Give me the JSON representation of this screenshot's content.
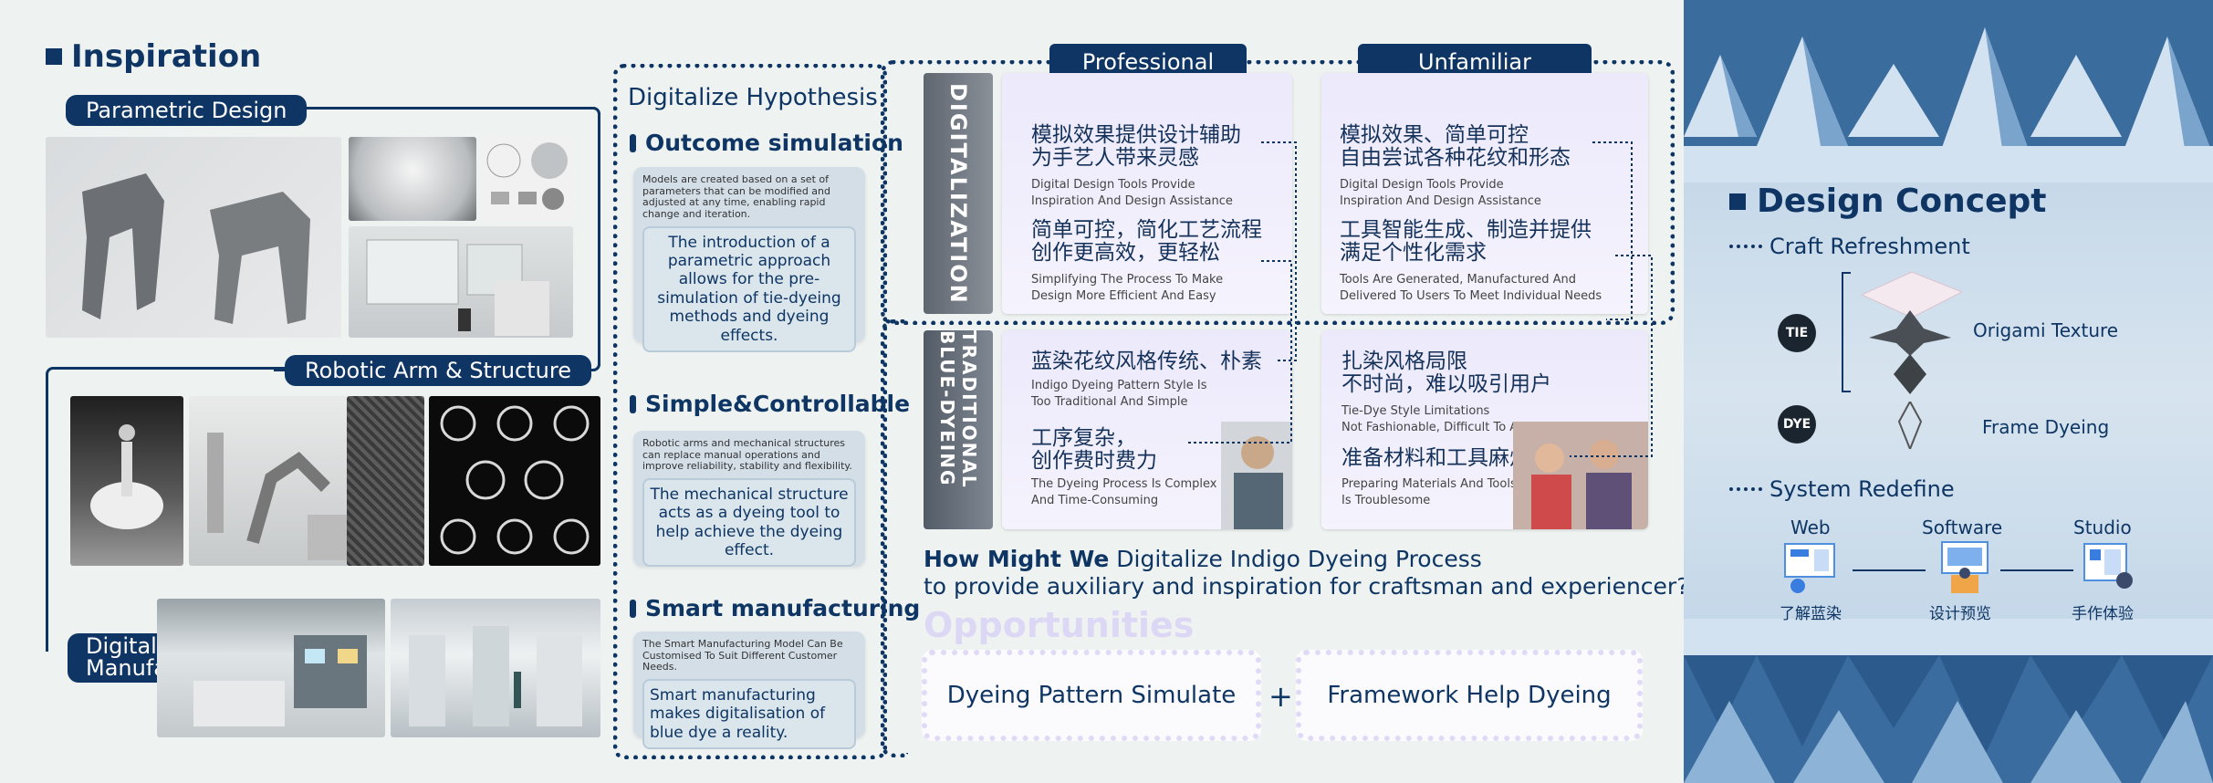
{
  "inspiration": {
    "title": "Inspiration",
    "parametric": "Parametric Design",
    "robotic": "Robotic Arm & Structure",
    "digital": "Digital\nManufacturing"
  },
  "hypothesis": {
    "title": "Digitalize Hypothesis",
    "sections": [
      {
        "title": "Outcome simulation",
        "small": "Models are created based on a set of parameters that can be modified and adjusted at any time, enabling rapid change and iteration.",
        "main": "The introduction of a parametric approach allows for the pre-simulation of tie-dyeing methods and dyeing effects."
      },
      {
        "title": "Simple&Controllable",
        "small": "Robotic arms and mechanical structures can replace manual operations and improve reliability, stability and flexibility.",
        "main": "The mechanical structure acts as a dyeing tool to help achieve the dyeing effect."
      },
      {
        "title": "Smart manufacturing",
        "small": "The Smart Manufacturing Model Can Be Customised To Suit Different Customer Needs.",
        "main": "Smart manufacturing makes digitalisation of blue dye a reality."
      }
    ]
  },
  "matrix": {
    "col1": "Professional\nCraftsman",
    "col2": "Unfamiliar\nExperiencer",
    "row1": "DIGITALIZATION",
    "row2": "TRADITIONAL BLUE-DYEING",
    "cells": {
      "d_pro_1_cn": "模拟效果提供设计辅助\n为手艺人带来灵感",
      "d_pro_1_en": "Digital Design Tools Provide\nInspiration And Design Assistance",
      "d_pro_2_cn": "简单可控，简化工艺流程\n创作更高效，更轻松",
      "d_pro_2_en": "Simplifying The Process To Make\nDesign More Efficient And Easy",
      "d_exp_1_cn": "模拟效果、简单可控\n自由尝试各种花纹和形态",
      "d_exp_1_en": "Digital Design Tools Provide\nInspiration And Design Assistance",
      "d_exp_2_cn": "工具智能生成、制造并提供\n满足个性化需求",
      "d_exp_2_en": "Tools Are Generated, Manufactured And\nDelivered To Users To Meet Individual Needs",
      "t_pro_1_cn": "蓝染花纹风格传统、朴素",
      "t_pro_1_en": "Indigo Dyeing Pattern Style Is\nToo Traditional And Simple",
      "t_pro_2_cn": "工序复杂，\n创作费时费力",
      "t_pro_2_en": "The Dyeing Process Is Complex\nAnd Time-Consuming",
      "t_exp_1_cn": "扎染风格局限\n不时尚，难以吸引用户",
      "t_exp_1_en": "Tie-Dye Style Limitations\nNot Fashionable, Difficult To Attract Users",
      "t_exp_2_cn": "准备材料和工具麻烦",
      "t_exp_2_en": "Preparing Materials And Tools\nIs Troublesome"
    }
  },
  "hmw": {
    "bold": "How Might We",
    "rest": " Digitalize Indigo Dyeing Process",
    "line2": "to provide auxiliary and inspiration for craftsman and experiencer?"
  },
  "opportunities": {
    "title": "Opportunities",
    "left": "Dyeing Pattern Simulate",
    "plus": "+",
    "right": "Framework Help Dyeing"
  },
  "design_concept": {
    "title": "Design Concept",
    "craft": "Craft Refreshment",
    "tie": "TIE",
    "dye": "DYE",
    "origami": "Origami Texture",
    "frame": "Frame Dyeing",
    "system": "System Redefine",
    "web": "Web",
    "software": "Software",
    "studio": "Studio",
    "web_cn": "了解蓝染",
    "software_cn": "设计预览",
    "studio_cn": "手作体验"
  }
}
